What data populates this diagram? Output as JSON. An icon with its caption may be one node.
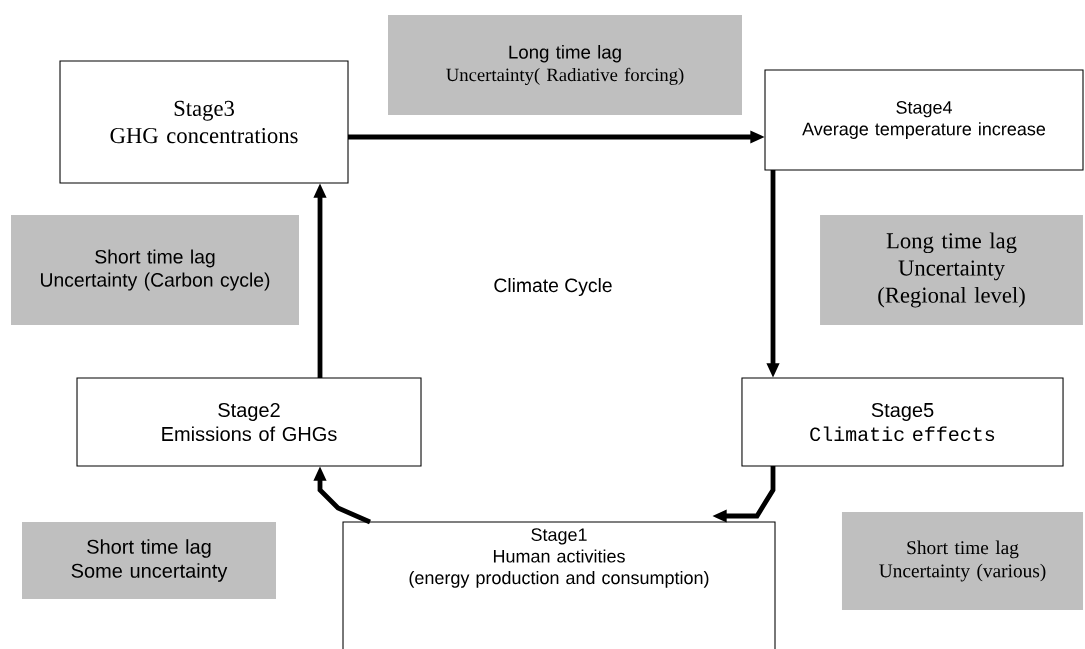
{
  "diagram": {
    "nodes": [
      {
        "text": [
          "Long time lag",
          "Uncertainty( Radiative forcing)"
        ]
      },
      {
        "text": [
          "Stage3",
          "GHG concentrations"
        ]
      },
      {
        "text": [
          "Stage4",
          "Average temperature increase"
        ]
      },
      {
        "text": [
          "Short time lag",
          "Uncertainty (Carbon cycle)"
        ]
      },
      {
        "text": [
          "Long time lag",
          "Uncertainty (Regional level)"
        ]
      },
      {
        "text": [
          "Stage2",
          "Emissions of GHGs"
        ]
      },
      {
        "text": [
          "Stage5",
          "Climatic effects"
        ]
      },
      {
        "text": [
          "Stage1",
          "Human activities",
          "(energy production and consumption)"
        ]
      },
      {
        "text": [
          "Short time lag",
          "Some uncertainty"
        ]
      },
      {
        "text": [
          "Short time lag",
          "Uncertainty (various)"
        ]
      }
    ],
    "edges": [
      {
        "from": 7,
        "to": 5,
        "arrow": "to"
      },
      {
        "from": 5,
        "to": 1,
        "arrow": "to"
      },
      {
        "from": 1,
        "to": 2,
        "arrow": "to"
      },
      {
        "from": 2,
        "to": 6,
        "arrow": "to"
      },
      {
        "from": 6,
        "to": 7,
        "arrow": "to"
      }
    ],
    "labels": [
      "Climate Cycle"
    ]
  }
}
